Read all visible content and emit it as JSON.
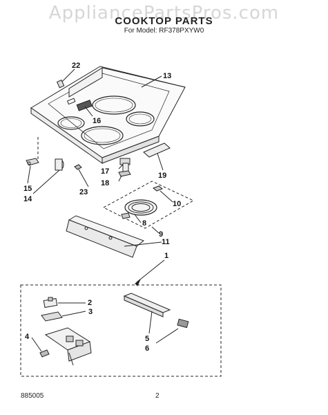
{
  "watermark": "AppliancePartsPros.com",
  "header": {
    "title": "COOKTOP PARTS",
    "subtitle": "For Model: RF378PXYW0"
  },
  "footer": {
    "doc_number": "885005",
    "page_number": "2"
  },
  "callouts": [
    "22",
    "13",
    "16",
    "15",
    "14",
    "23",
    "17",
    "18",
    "19",
    "10",
    "8",
    "9",
    "11",
    "1",
    "2",
    "3",
    "4",
    "5",
    "6"
  ]
}
